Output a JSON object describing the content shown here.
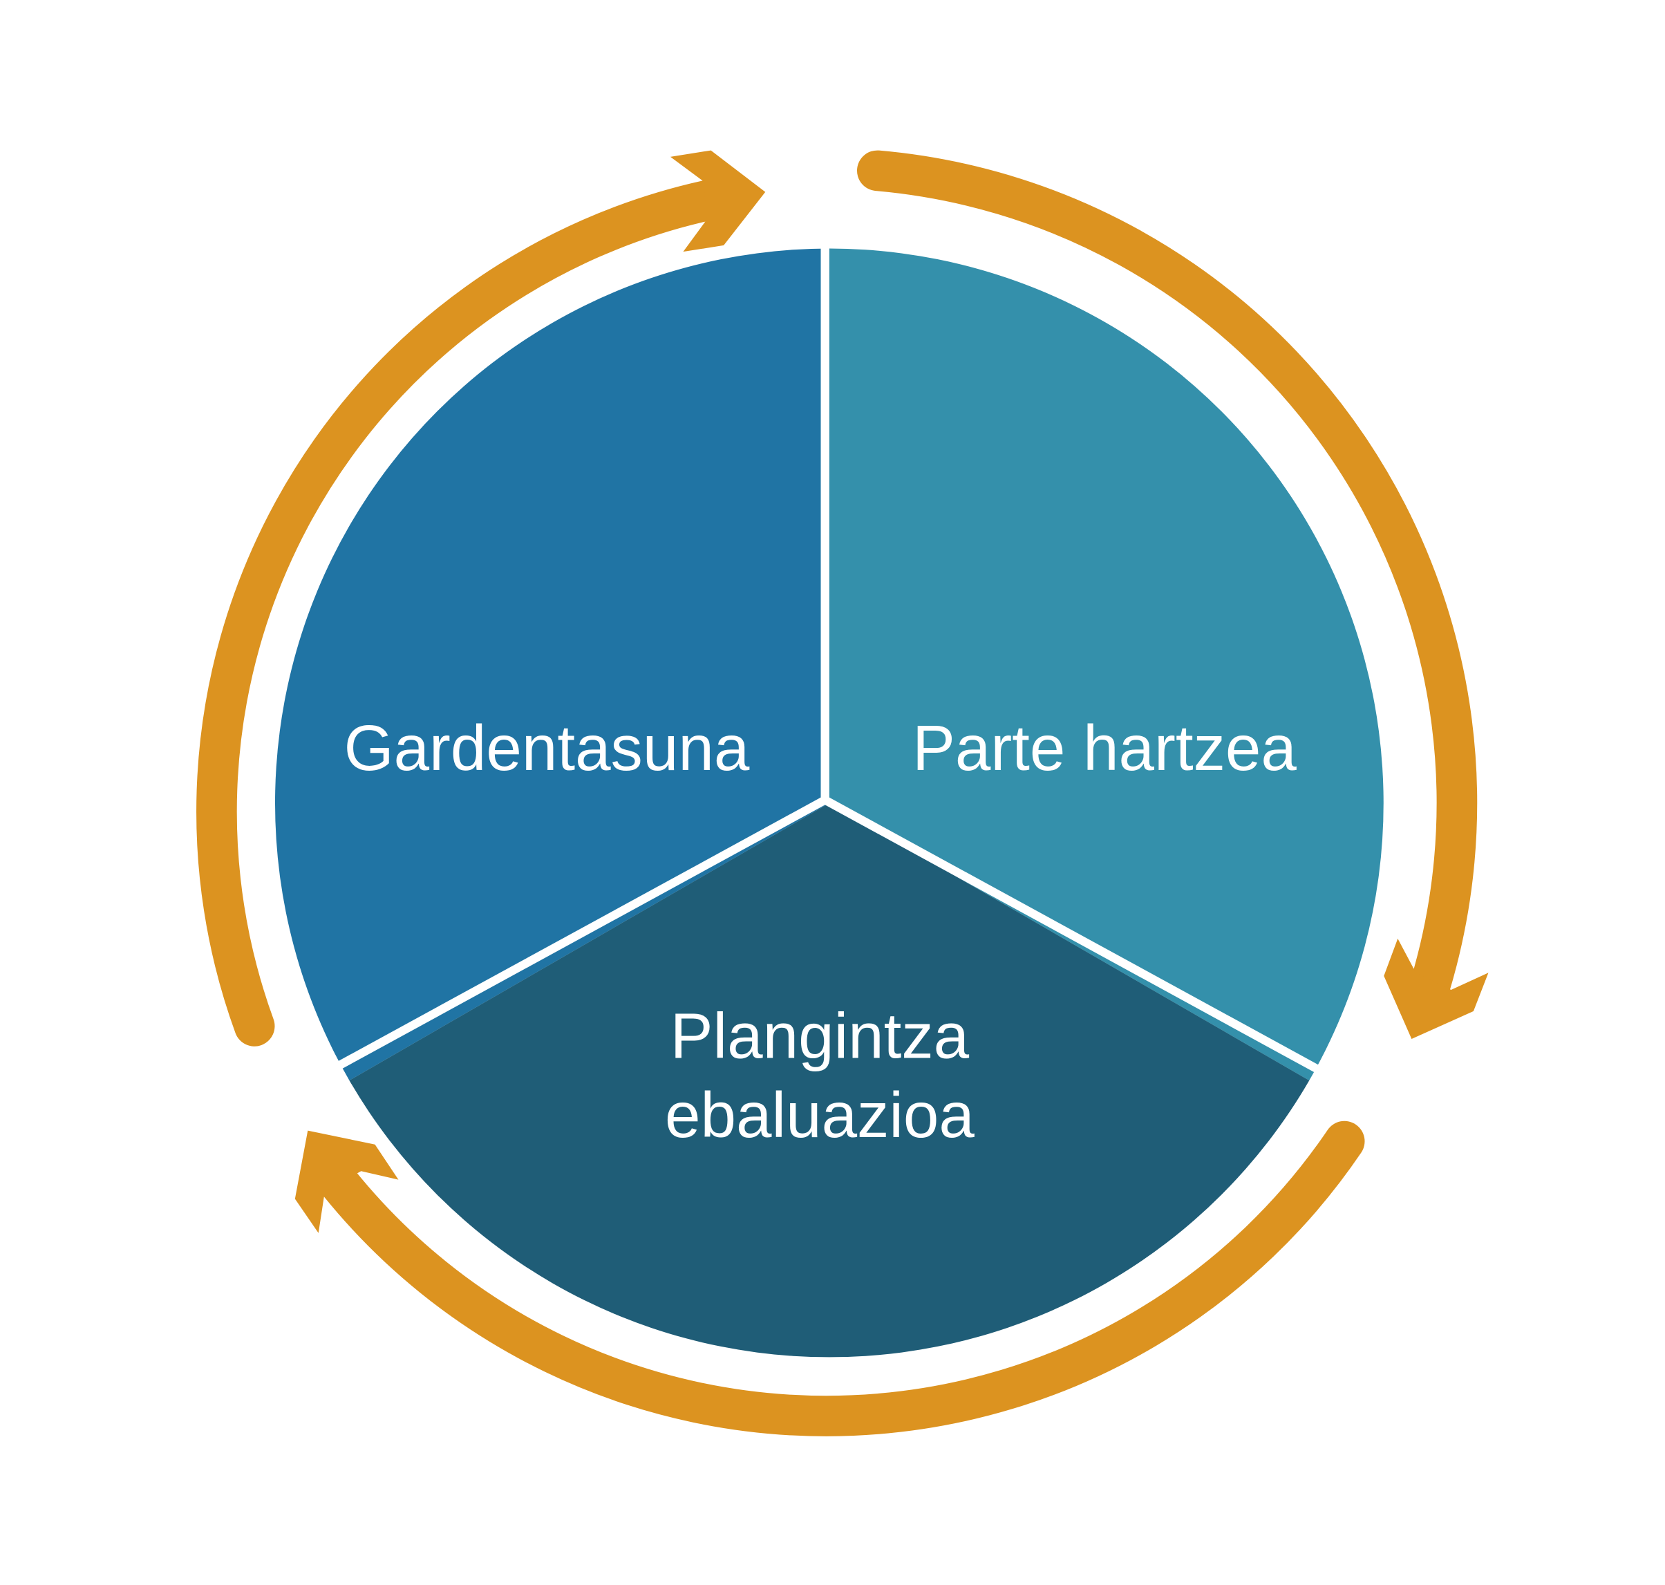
{
  "segments": [
    {
      "label": "Gardentasuna",
      "color": "#2074a4"
    },
    {
      "label": "Parte hartzea",
      "color": "#3490ab"
    },
    {
      "label_line1": "Plangintza",
      "label_line2": "ebaluazioa",
      "color": "#1f5d77"
    }
  ],
  "arrow_color": "#dc9320"
}
